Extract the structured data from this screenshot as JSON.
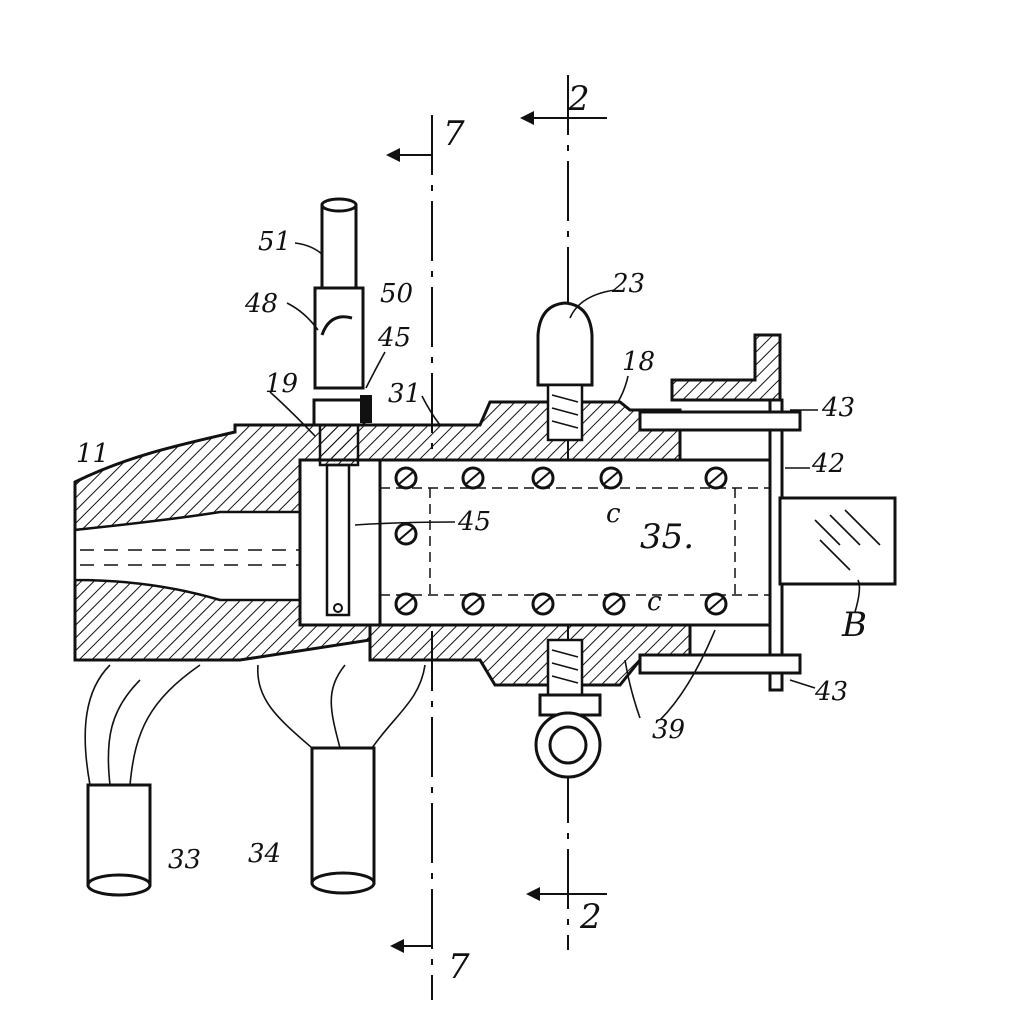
{
  "figure": {
    "type": "patent drawing",
    "description_lines": "sectional mechanical view",
    "section_markers": {
      "section_2_top": "2",
      "section_2_bottom": "2",
      "section_7_top": "7",
      "section_7_bottom": "7"
    },
    "labels": {
      "n11": "11",
      "n19": "19",
      "n51": "51",
      "n50": "50",
      "n48": "48",
      "n45a": "45",
      "n45b": "45",
      "n31": "31",
      "n23": "23",
      "n18": "18",
      "n43a": "43",
      "n42": "42",
      "n35": "35.",
      "c1": "c",
      "c2": "c",
      "B": "B",
      "n43b": "43",
      "n39": "39",
      "n33": "33",
      "n34": "34"
    }
  }
}
